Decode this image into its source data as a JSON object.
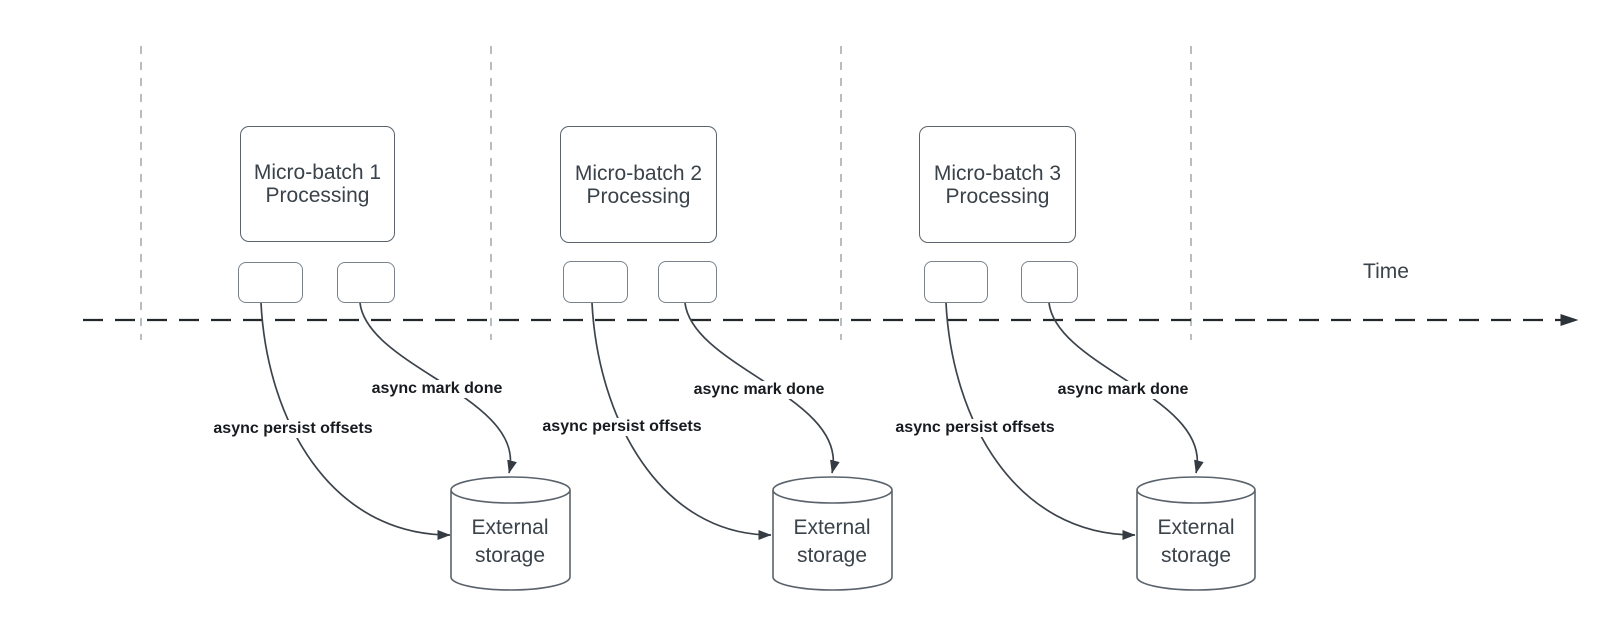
{
  "colors": {
    "background": "#ffffff",
    "timeline_stroke": "#23282d",
    "lane_divider_stroke": "#a9aeb2",
    "node_border": "#5a636b",
    "mini_node_border": "#79828a",
    "arrow_stroke": "#3c434b",
    "node_text": "#3a424a",
    "label_text": "#171b1f"
  },
  "diagram": {
    "time_label": "Time",
    "groups": [
      {
        "title": "Micro-batch 1",
        "subtitle": "Processing",
        "persist_label": "async persist offsets",
        "done_label": "async mark done",
        "storage_label": "External storage"
      },
      {
        "title": "Micro-batch 2",
        "subtitle": "Processing",
        "persist_label": "async persist offsets",
        "done_label": "async mark done",
        "storage_label": "External storage"
      },
      {
        "title": "Micro-batch 3",
        "subtitle": "Processing",
        "persist_label": "async persist offsets",
        "done_label": "async mark done",
        "storage_label": "External storage"
      }
    ]
  }
}
